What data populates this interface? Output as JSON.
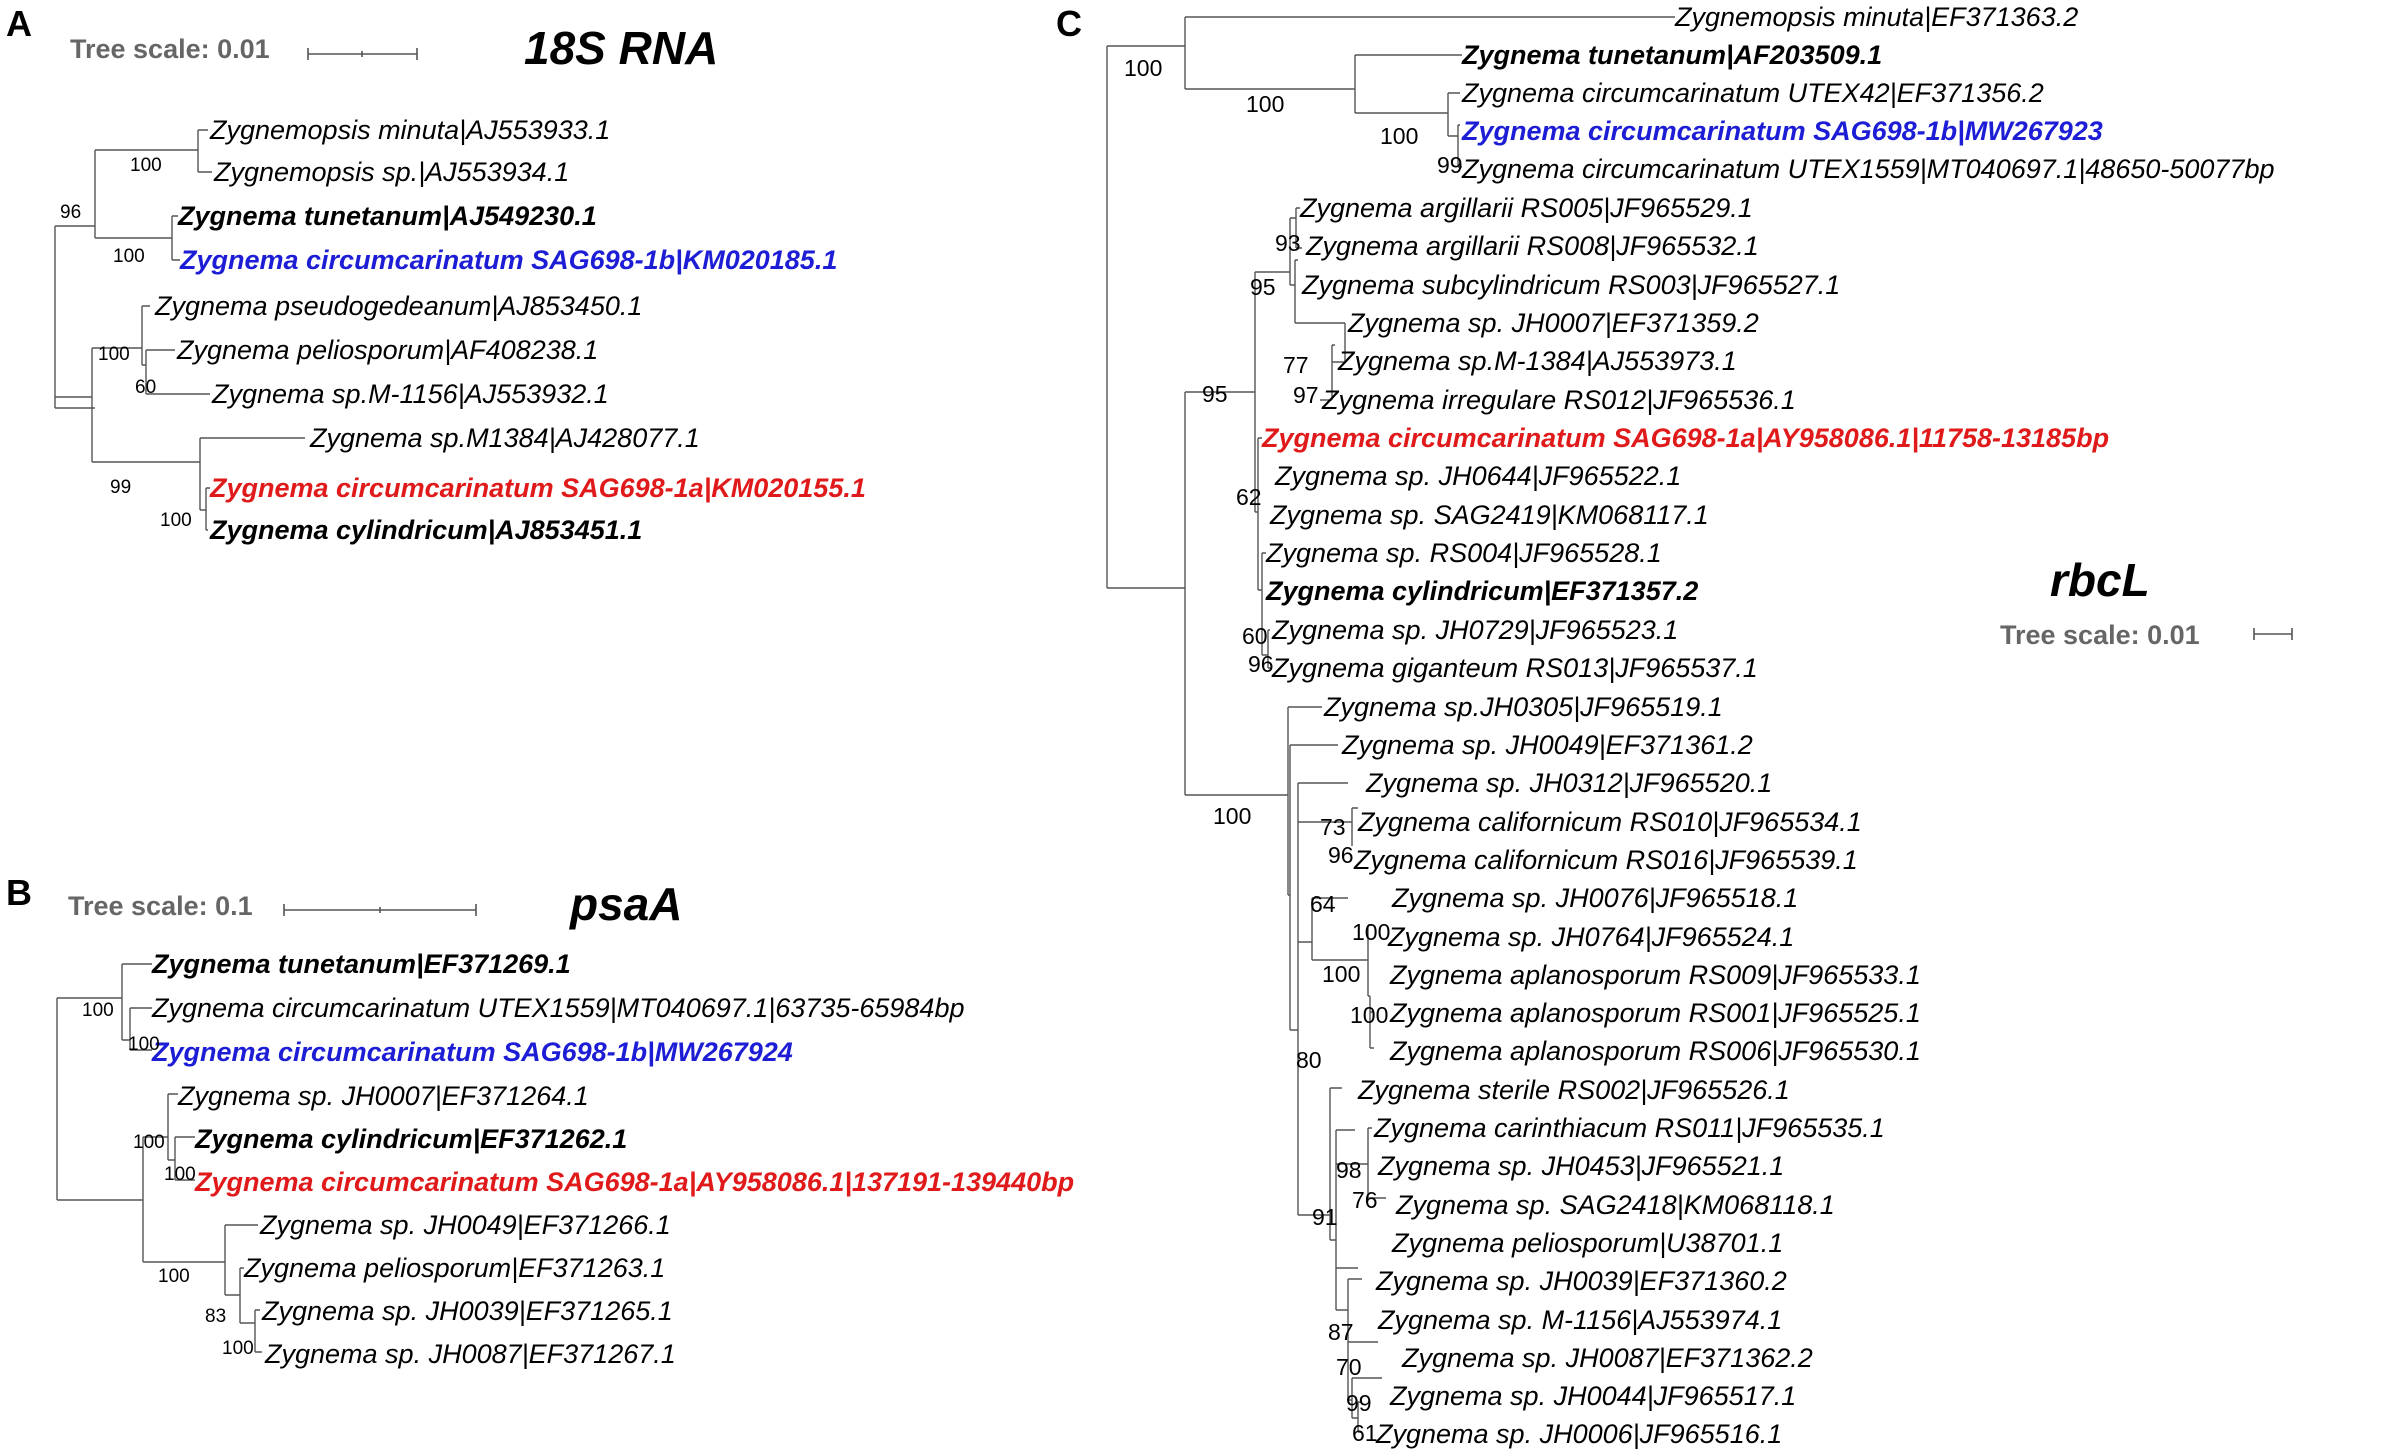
{
  "panelA": {
    "letter": "A",
    "title": "18S RNA",
    "scale": "Tree scale: 0.01",
    "leaves": [
      "Zygnemopsis minuta|AJ553933.1",
      "Zygnemopsis sp.|AJ553934.1",
      "Zygnema tunetanum|AJ549230.1",
      "Zygnema circumcarinatum SAG698-1b|KM020185.1",
      "Zygnema pseudogedeanum|AJ853450.1",
      "Zygnema peliosporum|AF408238.1",
      "Zygnema sp.M-1156|AJ553932.1",
      "Zygnema sp.M1384|AJ428077.1",
      "Zygnema circumcarinatum SAG698-1a|KM020155.1",
      "Zygnema cylindricum|AJ853451.1"
    ],
    "support": [
      "100",
      "96",
      "100",
      "100",
      "60",
      "99",
      "100"
    ]
  },
  "panelB": {
    "letter": "B",
    "title": "psaA",
    "scale": "Tree scale: 0.1",
    "leaves": [
      "Zygnema tunetanum|EF371269.1",
      "Zygnema circumcarinatum UTEX1559|MT040697.1|63735-65984bp",
      "Zygnema circumcarinatum SAG698-1b|MW267924",
      "Zygnema sp. JH0007|EF371264.1",
      "Zygnema cylindricum|EF371262.1",
      "Zygnema circumcarinatum SAG698-1a|AY958086.1|137191-139440bp",
      "Zygnema sp. JH0049|EF371266.1",
      "Zygnema peliosporum|EF371263.1",
      "Zygnema sp. JH0039|EF371265.1",
      "Zygnema sp. JH0087|EF371267.1"
    ],
    "support": [
      "100",
      "100",
      "100",
      "100",
      "100",
      "83",
      "100"
    ]
  },
  "panelC": {
    "letter": "C",
    "title": "rbcL",
    "scale": "Tree scale: 0.01",
    "leaves": [
      "Zygnemopsis minuta|EF371363.2",
      "Zygnema tunetanum|AF203509.1",
      "Zygnema circumcarinatum UTEX42|EF371356.2",
      "Zygnema circumcarinatum SAG698-1b|MW267923",
      "Zygnema circumcarinatum UTEX1559|MT040697.1|48650-50077bp",
      "Zygnema argillarii RS005|JF965529.1",
      "Zygnema argillarii RS008|JF965532.1",
      "Zygnema subcylindricum RS003|JF965527.1",
      "Zygnema sp. JH0007|EF371359.2",
      "Zygnema sp.M-1384|AJ553973.1",
      "Zygnema irregulare RS012|JF965536.1",
      "Zygnema circumcarinatum SAG698-1a|AY958086.1|11758-13185bp",
      "Zygnema sp. JH0644|JF965522.1",
      "Zygnema sp. SAG2419|KM068117.1",
      "Zygnema sp. RS004|JF965528.1",
      "Zygnema cylindricum|EF371357.2",
      "Zygnema sp. JH0729|JF965523.1",
      "Zygnema giganteum RS013|JF965537.1",
      "Zygnema sp.JH0305|JF965519.1",
      "Zygnema sp. JH0049|EF371361.2",
      "Zygnema sp. JH0312|JF965520.1",
      "Zygnema californicum RS010|JF965534.1",
      "Zygnema californicum RS016|JF965539.1",
      "Zygnema sp. JH0076|JF965518.1",
      "Zygnema sp. JH0764|JF965524.1",
      "Zygnema aplanosporum RS009|JF965533.1",
      "Zygnema aplanosporum RS001|JF965525.1",
      "Zygnema aplanosporum RS006|JF965530.1",
      "Zygnema sterile RS002|JF965526.1",
      "Zygnema carinthiacum RS011|JF965535.1",
      "Zygnema sp. JH0453|JF965521.1",
      "Zygnema sp. SAG2418|KM068118.1",
      "Zygnema peliosporum|U38701.1",
      "Zygnema sp. JH0039|EF371360.2",
      "Zygnema sp. M-1156|AJ553974.1",
      "Zygnema sp. JH0087|EF371362.2",
      "Zygnema sp. JH0044|JF965517.1",
      "Zygnema sp. JH0006|JF965516.1"
    ],
    "support": [
      "100",
      "100",
      "100",
      "99",
      "93",
      "95",
      "77",
      "97",
      "95",
      "62",
      "60",
      "96",
      "100",
      "73",
      "96",
      "64",
      "100",
      "100",
      "100",
      "80",
      "98",
      "76",
      "91",
      "87",
      "70",
      "99",
      "61"
    ]
  },
  "colors": {
    "highlight_blue": "#1d1dd6",
    "highlight_red": "#e01a1a",
    "branch": "#555555",
    "scale_text": "#666666"
  }
}
